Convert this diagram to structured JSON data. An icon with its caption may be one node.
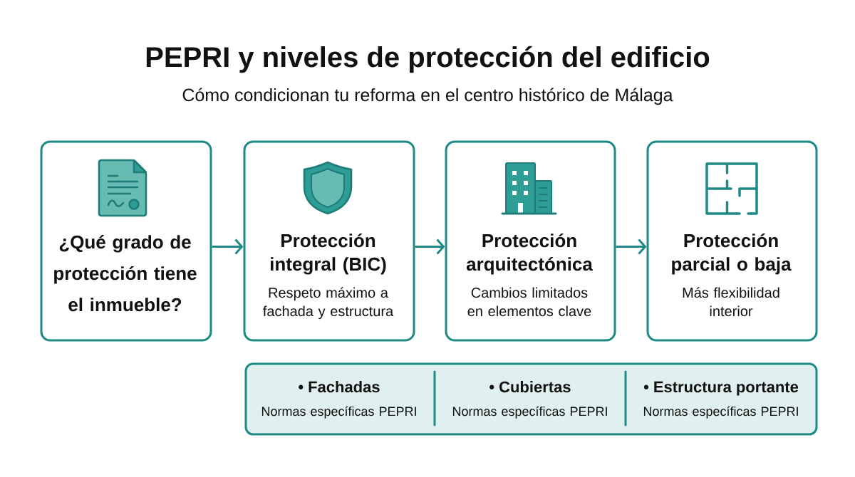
{
  "diagram": {
    "title": "PEPRI y niveles de protección del edificio",
    "nodes": [
      {
        "text": [
          "¿Qué grado de protección tiene el inmueble?"
        ]
      },
      {
        "text": [
          "Protección integral (BIC)",
          "Respeto máximo a fachada y estructura"
        ]
      },
      {
        "text": [
          "Protección arquitectónica",
          "Cambios limitados en elementos clave"
        ]
      },
      {
        "text": [
          "Protección parcial o baja",
          "Más flexibilidad interior"
        ]
      },
      {
        "text": [],
        "shape": "box"
      },
      {
        "text": [
          "• Fachadas",
          "Normas específicas PEPRI"
        ],
        "in": 4
      },
      {
        "text": [
          "• Cubiertas",
          "Normas específicas PEPRI"
        ],
        "in": 4
      },
      {
        "text": [
          "• Estructura portante",
          "Normas específicas PEPRI"
        ],
        "in": 4
      }
    ],
    "edges": [
      {
        "from": 0,
        "to": 1,
        "arrow": "to"
      },
      {
        "from": 1,
        "to": 2,
        "arrow": "to"
      },
      {
        "from": 2,
        "to": 3,
        "arrow": "to"
      }
    ],
    "labels": [
      "Cómo condicionan tu reforma en el centro histórico de Málaga"
    ]
  }
}
